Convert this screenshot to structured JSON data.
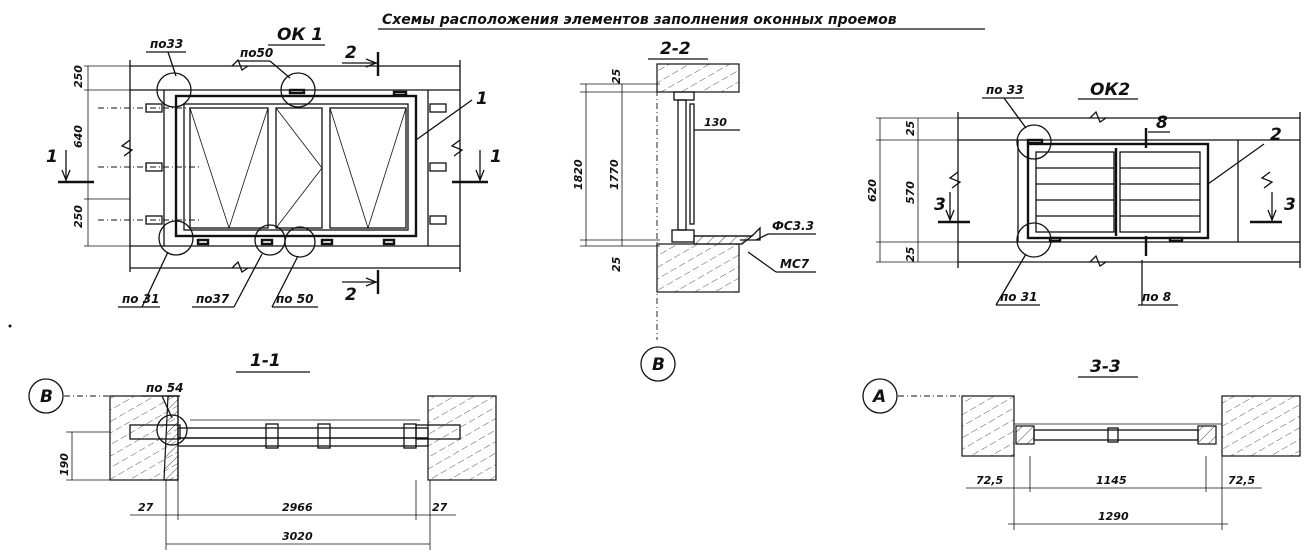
{
  "main_title": "Схемы расположения элементов заполнения оконных проемов",
  "ok1": {
    "title": "ОК 1",
    "refs": [
      "по33",
      "по50",
      "по 31",
      "по37",
      "по 50"
    ],
    "marker_top": "1",
    "sections": [
      "2",
      "2",
      "1",
      "1"
    ],
    "dims": [
      "250",
      "640",
      "250"
    ]
  },
  "sec22": {
    "title": "2-2",
    "dims": [
      "25",
      "1820",
      "1770",
      "130",
      "25"
    ],
    "labels": [
      "ФС3.3",
      "МС7"
    ],
    "axis": "В"
  },
  "ok2": {
    "title": "ОК2",
    "refs": [
      "по 33",
      "по 31",
      "по 8"
    ],
    "marks": [
      "8",
      "2"
    ],
    "sections": [
      "3",
      "3"
    ],
    "dims": [
      "25",
      "620",
      "570",
      "25"
    ]
  },
  "sec11": {
    "title": "1-1",
    "ref": "по 54",
    "axis": "В",
    "dims": [
      "190",
      "27",
      "2966",
      "27",
      "3020"
    ]
  },
  "sec33": {
    "title": "3-3",
    "axis": "А",
    "dims": [
      "72,5",
      "1145",
      "72,5",
      "1290"
    ]
  }
}
